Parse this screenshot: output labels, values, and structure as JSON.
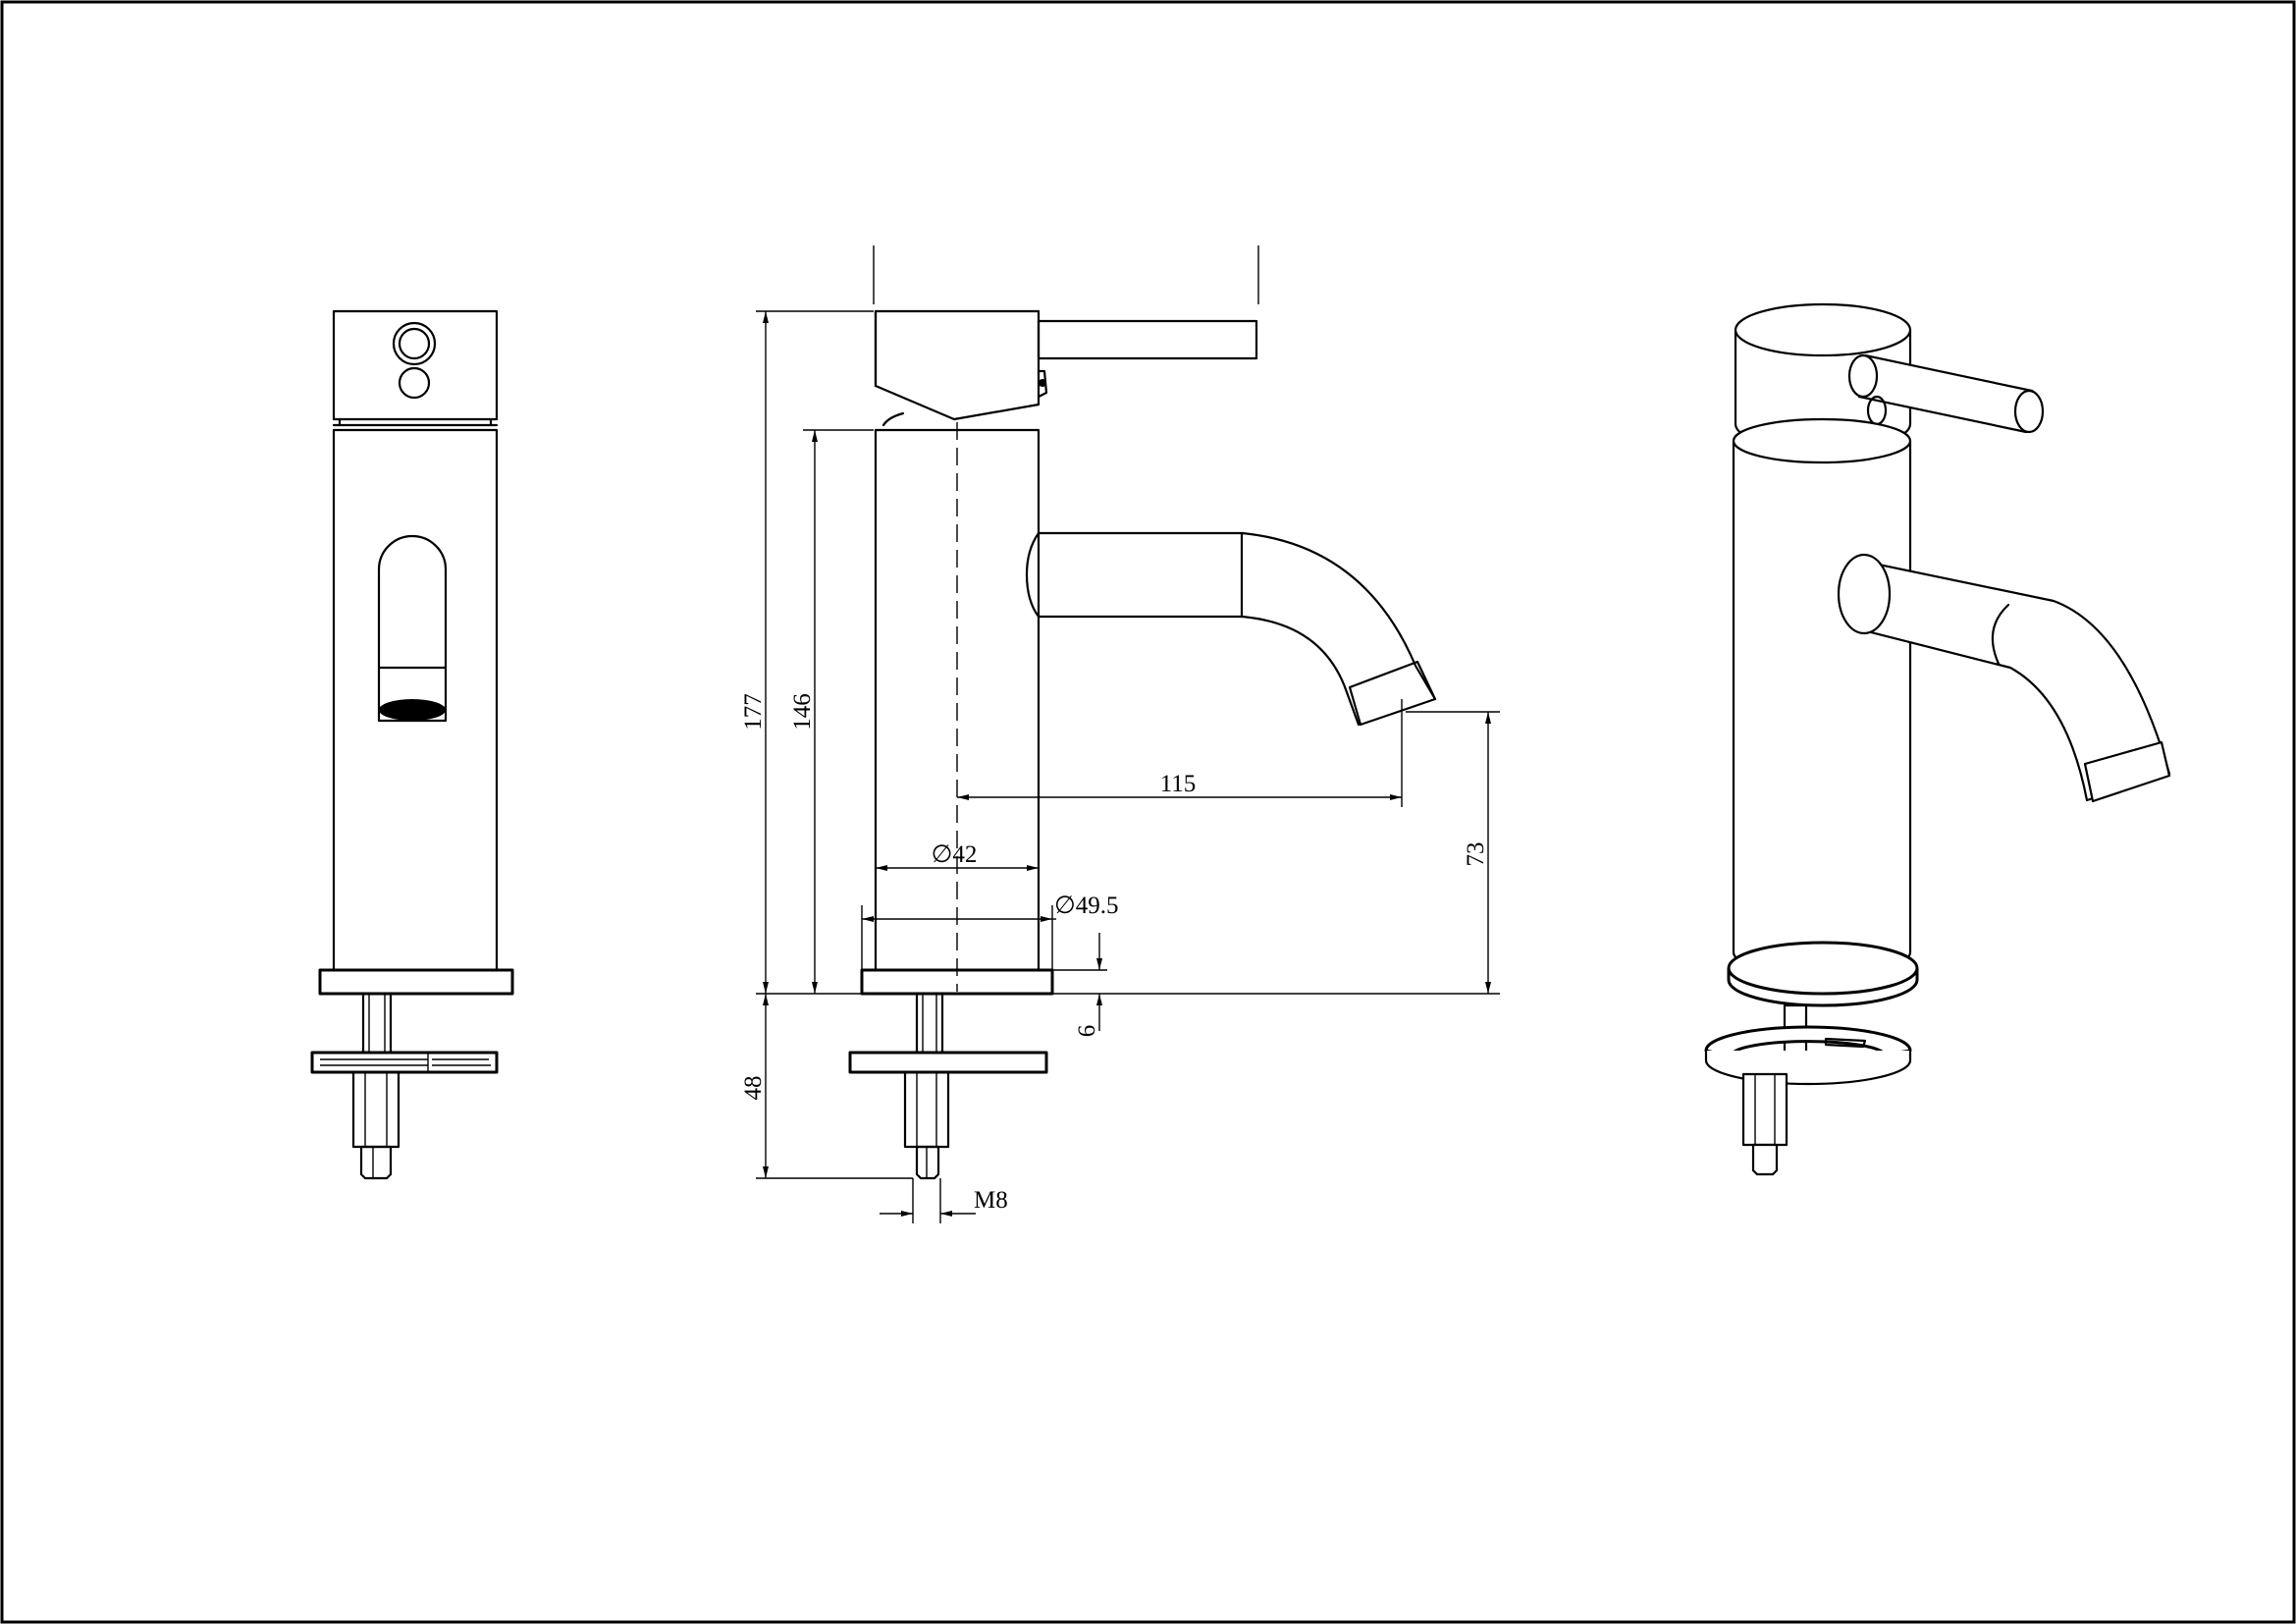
{
  "drawing": {
    "views": [
      "front-view",
      "side-view",
      "perspective-view"
    ],
    "dimensions": {
      "total_height": "177",
      "body_height": "146",
      "spout_reach": "115",
      "spout_height": "73",
      "body_diameter": "∅42",
      "base_diameter": "∅49.5",
      "base_thickness": "6",
      "shank_length": "48",
      "thread": "M8"
    }
  }
}
